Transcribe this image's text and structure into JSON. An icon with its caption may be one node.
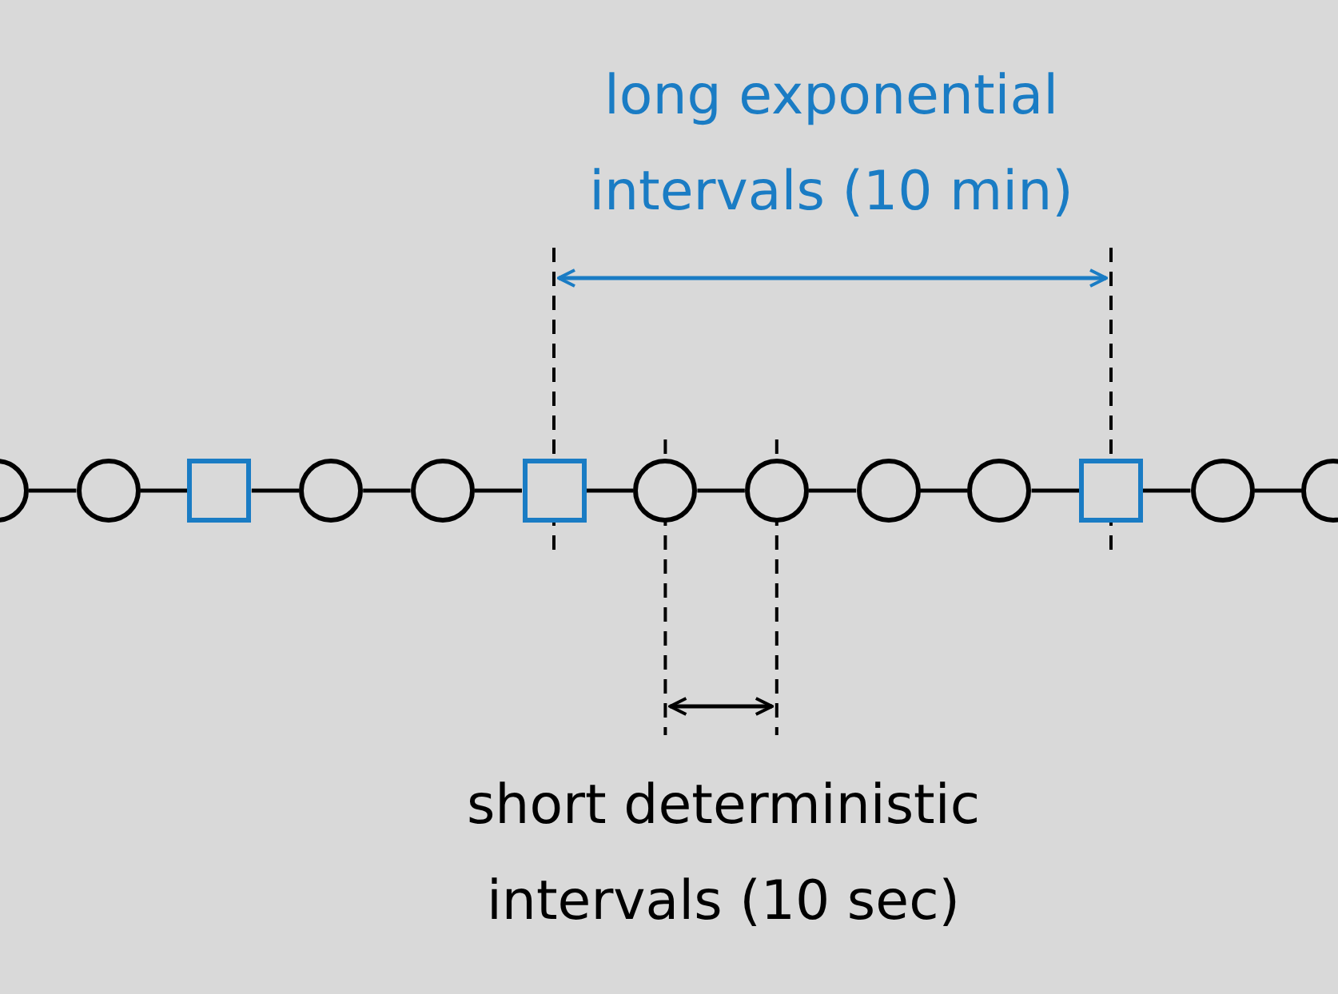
{
  "diagram": {
    "nodes": [
      {
        "text": [],
        "shape": "circle"
      },
      {
        "text": [],
        "shape": "circle"
      },
      {
        "text": [],
        "shape": "box"
      },
      {
        "text": [],
        "shape": "circle"
      },
      {
        "text": [],
        "shape": "circle"
      },
      {
        "text": [],
        "shape": "box"
      },
      {
        "text": [],
        "shape": "circle"
      },
      {
        "text": [],
        "shape": "circle"
      },
      {
        "text": [],
        "shape": "circle"
      },
      {
        "text": [],
        "shape": "circle"
      },
      {
        "text": [],
        "shape": "box"
      },
      {
        "text": [],
        "shape": "circle"
      },
      {
        "text": [],
        "shape": "circle"
      }
    ],
    "edges": [
      {
        "from": 0,
        "to": 1,
        "arrow": "none"
      },
      {
        "from": 1,
        "to": 2,
        "arrow": "none"
      },
      {
        "from": 2,
        "to": 3,
        "arrow": "none"
      },
      {
        "from": 3,
        "to": 4,
        "arrow": "none"
      },
      {
        "from": 4,
        "to": 5,
        "arrow": "none"
      },
      {
        "from": 5,
        "to": 6,
        "arrow": "none"
      },
      {
        "from": 6,
        "to": 7,
        "arrow": "none"
      },
      {
        "from": 7,
        "to": 8,
        "arrow": "none"
      },
      {
        "from": 8,
        "to": 9,
        "arrow": "none"
      },
      {
        "from": 9,
        "to": 10,
        "arrow": "none"
      },
      {
        "from": 10,
        "to": 11,
        "arrow": "none"
      },
      {
        "from": 11,
        "to": 12,
        "arrow": "none"
      }
    ],
    "labels": [
      "long exponential intervals (10 min)",
      "short deterministic intervals (10 sec)"
    ]
  }
}
